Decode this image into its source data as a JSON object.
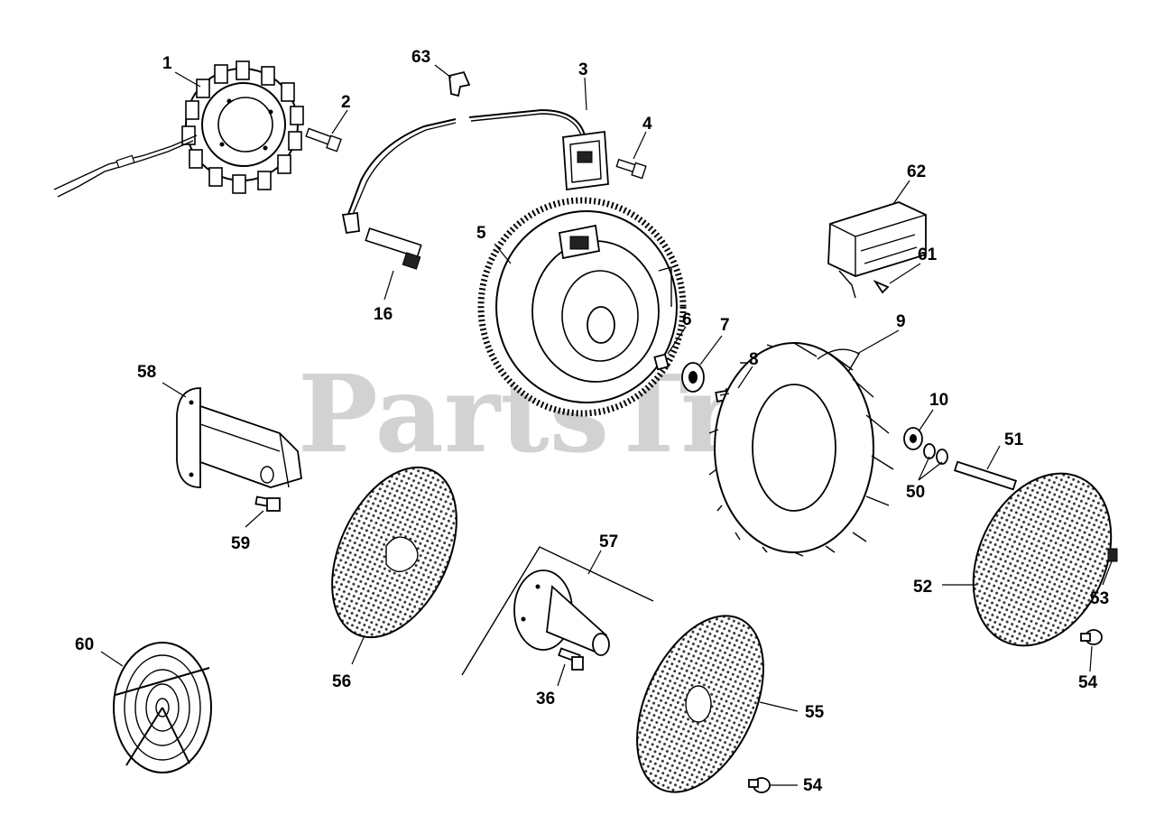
{
  "watermark": "PartsTree",
  "callouts": [
    {
      "id": "c1",
      "label": "1"
    },
    {
      "id": "c2",
      "label": "2"
    },
    {
      "id": "c63",
      "label": "63"
    },
    {
      "id": "c3",
      "label": "3"
    },
    {
      "id": "c4",
      "label": "4"
    },
    {
      "id": "c62",
      "label": "62"
    },
    {
      "id": "c5",
      "label": "5"
    },
    {
      "id": "c61",
      "label": "61"
    },
    {
      "id": "c16",
      "label": "16"
    },
    {
      "id": "c6",
      "label": "6"
    },
    {
      "id": "c7",
      "label": "7"
    },
    {
      "id": "c9",
      "label": "9"
    },
    {
      "id": "c58",
      "label": "58"
    },
    {
      "id": "c8",
      "label": "8"
    },
    {
      "id": "c10",
      "label": "10"
    },
    {
      "id": "c51",
      "label": "51"
    },
    {
      "id": "c50",
      "label": "50"
    },
    {
      "id": "c57",
      "label": "57"
    },
    {
      "id": "c59",
      "label": "59"
    },
    {
      "id": "c52",
      "label": "52"
    },
    {
      "id": "c53",
      "label": "53"
    },
    {
      "id": "c60",
      "label": "60"
    },
    {
      "id": "c56",
      "label": "56"
    },
    {
      "id": "c36",
      "label": "36"
    },
    {
      "id": "c54a",
      "label": "54"
    },
    {
      "id": "c55",
      "label": "55"
    },
    {
      "id": "c54b",
      "label": "54"
    }
  ]
}
